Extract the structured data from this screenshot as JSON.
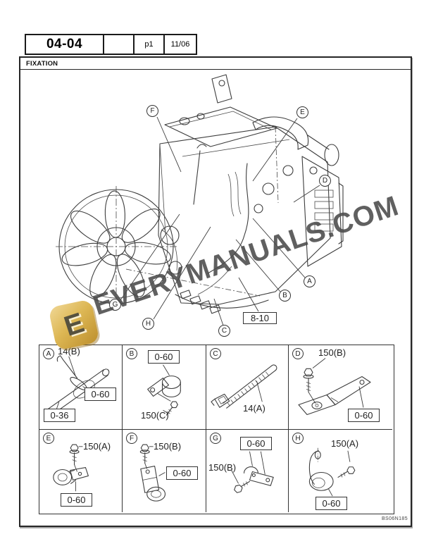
{
  "header": {
    "doc_number": "04-04",
    "blank": "",
    "page": "p1",
    "date": "11/06"
  },
  "section_title": "FIXATION",
  "diagram": {
    "ref_box_label": "8-10",
    "figure_code": "BS06N185",
    "callouts": [
      {
        "letter": "A"
      },
      {
        "letter": "B"
      },
      {
        "letter": "C"
      },
      {
        "letter": "D"
      },
      {
        "letter": "E"
      },
      {
        "letter": "F"
      },
      {
        "letter": "G"
      },
      {
        "letter": "H"
      }
    ]
  },
  "watermark": {
    "text": "EVERYMANUALS.COM",
    "logo_letter": "E",
    "logo_color": "#ddb754",
    "text_color": "#4a4a4a"
  },
  "details": {
    "cells": [
      {
        "letter": "A",
        "part_label": "14(B)",
        "boxed_refs": [
          "0-60",
          "0-36"
        ]
      },
      {
        "letter": "B",
        "part_label": "150(C)",
        "boxed_refs": [
          "0-60"
        ]
      },
      {
        "letter": "C",
        "part_label": "14(A)",
        "boxed_refs": []
      },
      {
        "letter": "D",
        "part_label": "150(B)",
        "boxed_refs": [
          "0-60"
        ]
      },
      {
        "letter": "E",
        "part_label": "150(A)",
        "boxed_refs": [
          "0-60"
        ]
      },
      {
        "letter": "F",
        "part_label": "150(B)",
        "boxed_refs": [
          "0-60"
        ]
      },
      {
        "letter": "G",
        "part_label": "150(B)",
        "boxed_refs": [
          "0-60"
        ]
      },
      {
        "letter": "H",
        "part_label": "150(A)",
        "boxed_refs": [
          "0-60"
        ]
      }
    ]
  },
  "colors": {
    "line": "#3d3d3d",
    "border": "#262626"
  }
}
